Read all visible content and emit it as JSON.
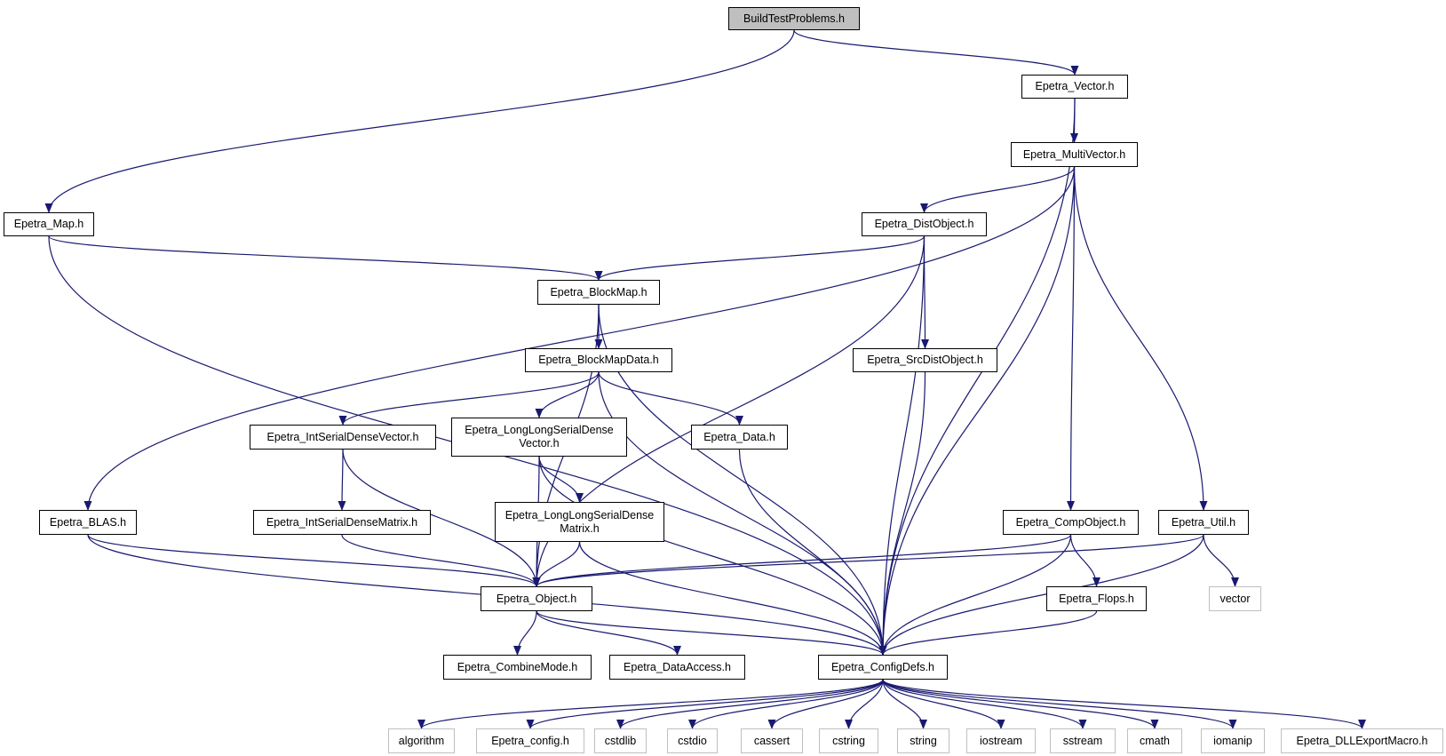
{
  "diagram": {
    "title": "BuildTestProblems.h",
    "colors": {
      "edge": "#191970",
      "root_fill": "#bfbfbf",
      "node_border": "#000000",
      "external_border": "#bfbfbf"
    },
    "nodes": {
      "build_test_problems": [
        "BuildTestProblems.h"
      ],
      "epetra_vector": [
        "Epetra_Vector.h"
      ],
      "epetra_multivector": [
        "Epetra_MultiVector.h"
      ],
      "epetra_map": [
        "Epetra_Map.h"
      ],
      "epetra_distobject": [
        "Epetra_DistObject.h"
      ],
      "epetra_blockmap": [
        "Epetra_BlockMap.h"
      ],
      "epetra_blockmapdata": [
        "Epetra_BlockMapData.h"
      ],
      "epetra_srcdistobject": [
        "Epetra_SrcDistObject.h"
      ],
      "epetra_intserialdensevector": [
        "Epetra_IntSerialDenseVector.h"
      ],
      "epetra_longlongserialdensevector": [
        "Epetra_LongLongSerialDense",
        "Vector.h"
      ],
      "epetra_data": [
        "Epetra_Data.h"
      ],
      "epetra_blas": [
        "Epetra_BLAS.h"
      ],
      "epetra_intserialdensematrix": [
        "Epetra_IntSerialDenseMatrix.h"
      ],
      "epetra_longlongserialdensematrix": [
        "Epetra_LongLongSerialDense",
        "Matrix.h"
      ],
      "epetra_compobject": [
        "Epetra_CompObject.h"
      ],
      "epetra_util": [
        "Epetra_Util.h"
      ],
      "epetra_object": [
        "Epetra_Object.h"
      ],
      "epetra_flops": [
        "Epetra_Flops.h"
      ],
      "vector": [
        "vector"
      ],
      "epetra_combinemode": [
        "Epetra_CombineMode.h"
      ],
      "epetra_dataaccess": [
        "Epetra_DataAccess.h"
      ],
      "epetra_configdefs": [
        "Epetra_ConfigDefs.h"
      ],
      "algorithm": [
        "algorithm"
      ],
      "epetra_config": [
        "Epetra_config.h"
      ],
      "cstdlib": [
        "cstdlib"
      ],
      "cstdio": [
        "cstdio"
      ],
      "cassert": [
        "cassert"
      ],
      "cstring": [
        "cstring"
      ],
      "string": [
        "string"
      ],
      "iostream": [
        "iostream"
      ],
      "sstream": [
        "sstream"
      ],
      "cmath": [
        "cmath"
      ],
      "iomanip": [
        "iomanip"
      ],
      "epetra_dllexportmacro": [
        "Epetra_DLLExportMacro.h"
      ]
    },
    "edges": [
      [
        "build_test_problems",
        "epetra_vector"
      ],
      [
        "build_test_problems",
        "epetra_map"
      ],
      [
        "epetra_vector",
        "epetra_multivector"
      ],
      [
        "epetra_vector",
        "epetra_configdefs"
      ],
      [
        "epetra_multivector",
        "epetra_blas"
      ],
      [
        "epetra_multivector",
        "epetra_distobject"
      ],
      [
        "epetra_multivector",
        "epetra_compobject"
      ],
      [
        "epetra_multivector",
        "epetra_util"
      ],
      [
        "epetra_multivector",
        "epetra_configdefs"
      ],
      [
        "epetra_map",
        "epetra_blockmap"
      ],
      [
        "epetra_map",
        "epetra_configdefs"
      ],
      [
        "epetra_distobject",
        "epetra_blockmap"
      ],
      [
        "epetra_distobject",
        "epetra_object"
      ],
      [
        "epetra_distobject",
        "epetra_srcdistobject"
      ],
      [
        "epetra_distobject",
        "epetra_configdefs"
      ],
      [
        "epetra_blockmap",
        "epetra_blockmapdata"
      ],
      [
        "epetra_blockmap",
        "epetra_object"
      ],
      [
        "epetra_blockmap",
        "epetra_configdefs"
      ],
      [
        "epetra_blockmapdata",
        "epetra_intserialdensevector"
      ],
      [
        "epetra_blockmapdata",
        "epetra_longlongserialdensevector"
      ],
      [
        "epetra_blockmapdata",
        "epetra_data"
      ],
      [
        "epetra_blockmapdata",
        "epetra_configdefs"
      ],
      [
        "epetra_srcdistobject",
        "epetra_configdefs"
      ],
      [
        "epetra_intserialdensevector",
        "epetra_intserialdensematrix"
      ],
      [
        "epetra_intserialdensevector",
        "epetra_object"
      ],
      [
        "epetra_longlongserialdensevector",
        "epetra_longlongserialdensematrix"
      ],
      [
        "epetra_longlongserialdensevector",
        "epetra_object"
      ],
      [
        "epetra_longlongserialdensevector",
        "epetra_configdefs"
      ],
      [
        "epetra_data",
        "epetra_configdefs"
      ],
      [
        "epetra_blas",
        "epetra_object"
      ],
      [
        "epetra_blas",
        "epetra_configdefs"
      ],
      [
        "epetra_intserialdensematrix",
        "epetra_object"
      ],
      [
        "epetra_longlongserialdensematrix",
        "epetra_object"
      ],
      [
        "epetra_longlongserialdensematrix",
        "epetra_configdefs"
      ],
      [
        "epetra_compobject",
        "epetra_object"
      ],
      [
        "epetra_compobject",
        "epetra_flops"
      ],
      [
        "epetra_compobject",
        "epetra_configdefs"
      ],
      [
        "epetra_util",
        "epetra_object"
      ],
      [
        "epetra_util",
        "vector"
      ],
      [
        "epetra_util",
        "epetra_configdefs"
      ],
      [
        "epetra_flops",
        "epetra_configdefs"
      ],
      [
        "epetra_object",
        "epetra_combinemode"
      ],
      [
        "epetra_object",
        "epetra_dataaccess"
      ],
      [
        "epetra_object",
        "epetra_configdefs"
      ],
      [
        "epetra_configdefs",
        "algorithm"
      ],
      [
        "epetra_configdefs",
        "epetra_config"
      ],
      [
        "epetra_configdefs",
        "cstdlib"
      ],
      [
        "epetra_configdefs",
        "cstdio"
      ],
      [
        "epetra_configdefs",
        "cassert"
      ],
      [
        "epetra_configdefs",
        "cstring"
      ],
      [
        "epetra_configdefs",
        "string"
      ],
      [
        "epetra_configdefs",
        "iostream"
      ],
      [
        "epetra_configdefs",
        "sstream"
      ],
      [
        "epetra_configdefs",
        "cmath"
      ],
      [
        "epetra_configdefs",
        "iomanip"
      ],
      [
        "epetra_configdefs",
        "epetra_dllexportmacro"
      ]
    ]
  }
}
